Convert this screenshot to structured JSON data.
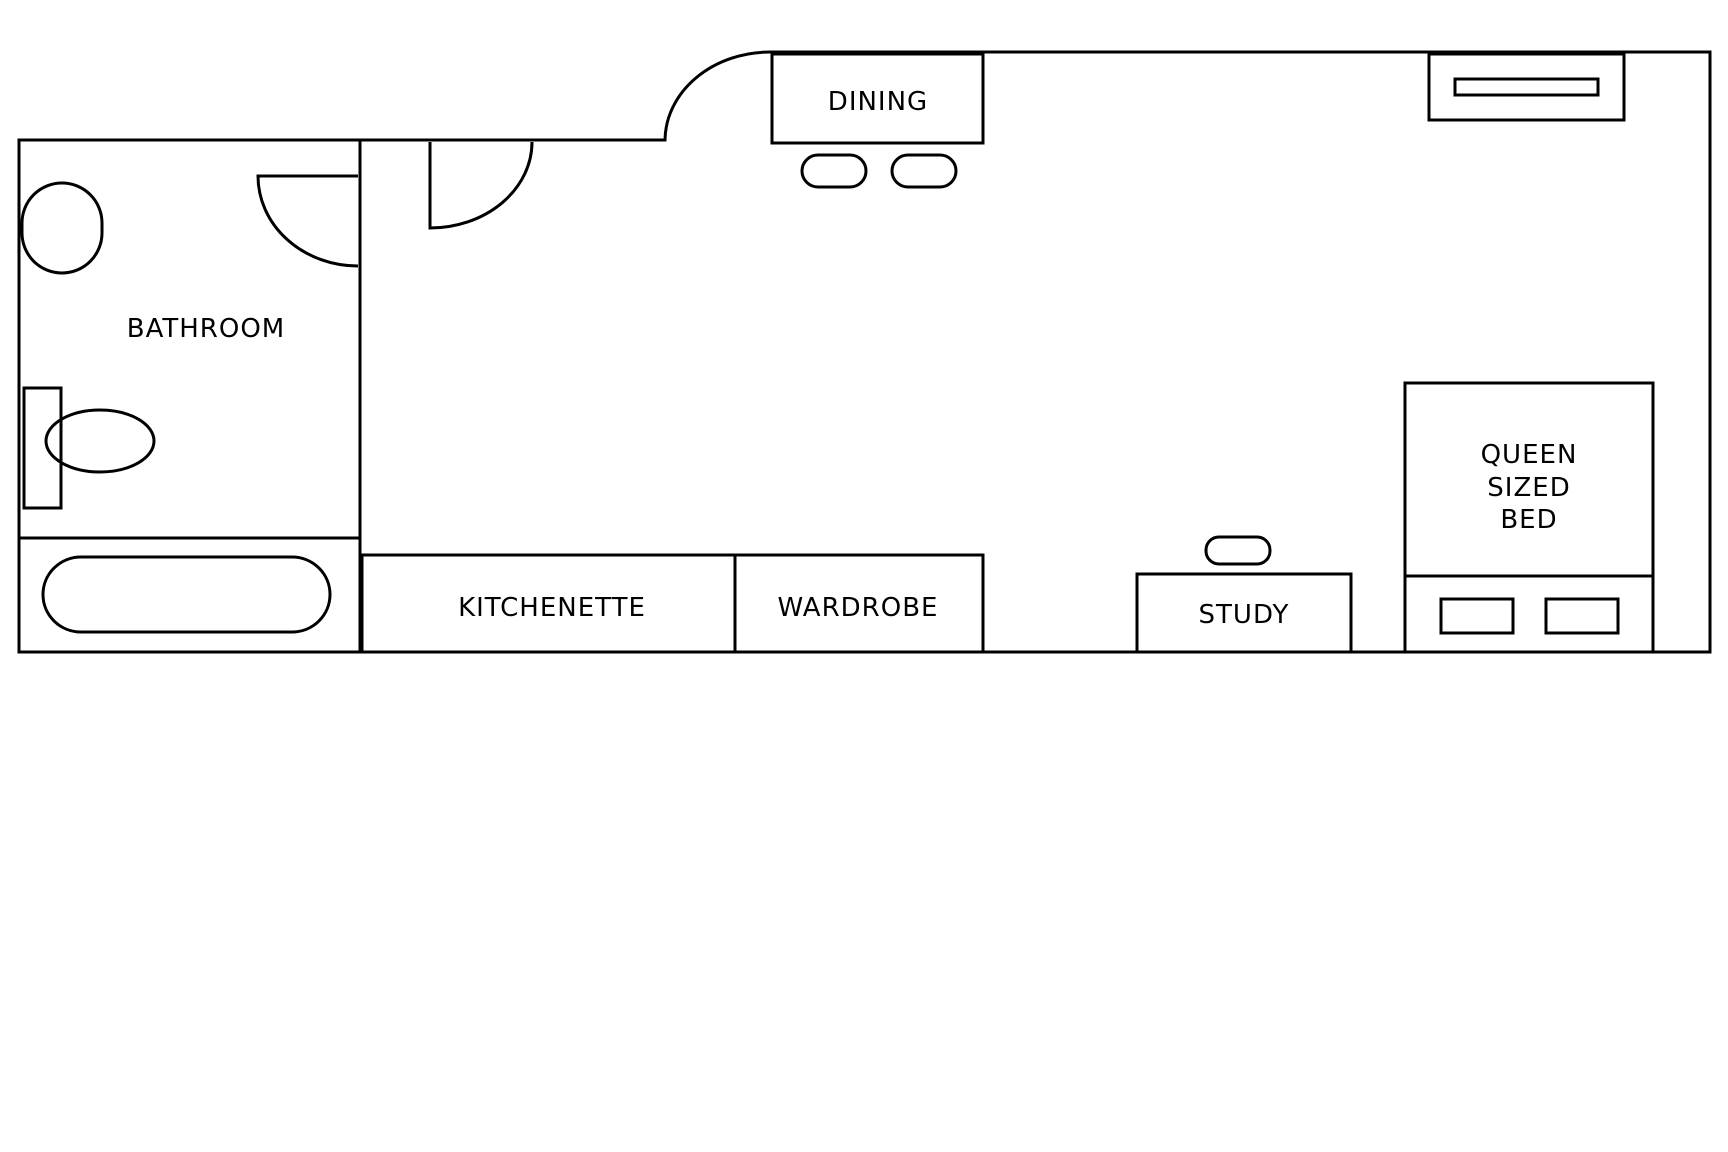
{
  "rooms": {
    "bathroom": "BATHROOM",
    "dining": "DINING",
    "kitchenette": "KITCHENETTE",
    "wardrobe": "WARDROBE",
    "study": "STUDY",
    "bed_line1": "QUEEN",
    "bed_line2": "SIZED",
    "bed_line3": "BED"
  },
  "colors": {
    "line": "#000000",
    "background": "#ffffff"
  }
}
